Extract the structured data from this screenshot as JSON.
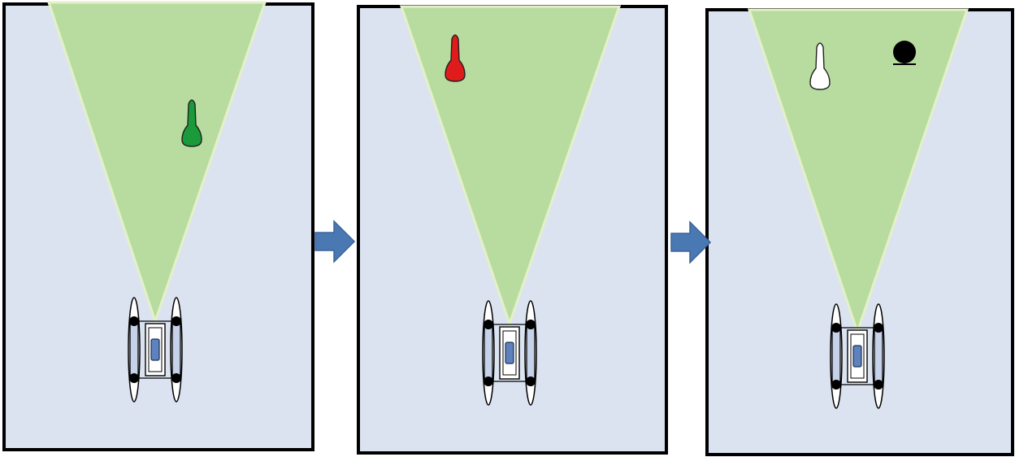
{
  "diagram": {
    "panels": [
      {
        "id": "step-1",
        "object": {
          "type": "cone",
          "color": "#1a9a3a"
        },
        "extra": null
      },
      {
        "id": "step-2",
        "object": {
          "type": "cone",
          "color": "#e01b1b"
        },
        "extra": null
      },
      {
        "id": "step-3",
        "object": {
          "type": "cone",
          "color": "#ffffff"
        },
        "extra": {
          "type": "ball",
          "color": "#000000"
        }
      }
    ],
    "connectors": [
      {
        "from": "step-1",
        "to": "step-2",
        "icon": "right-arrow-icon"
      },
      {
        "from": "step-2",
        "to": "step-3",
        "icon": "right-arrow-icon"
      }
    ],
    "colors": {
      "panel_fill": "#dbe3f1",
      "panel_border": "#000000",
      "fov_fill": "#b8dca0",
      "fov_edge": "#e3f0c8",
      "arrow": "#4a78b3",
      "robot_body": "#ffffff",
      "robot_track": "#c6d1ea",
      "robot_sensor": "#5d82bd",
      "robot_wheel": "#000000"
    }
  }
}
